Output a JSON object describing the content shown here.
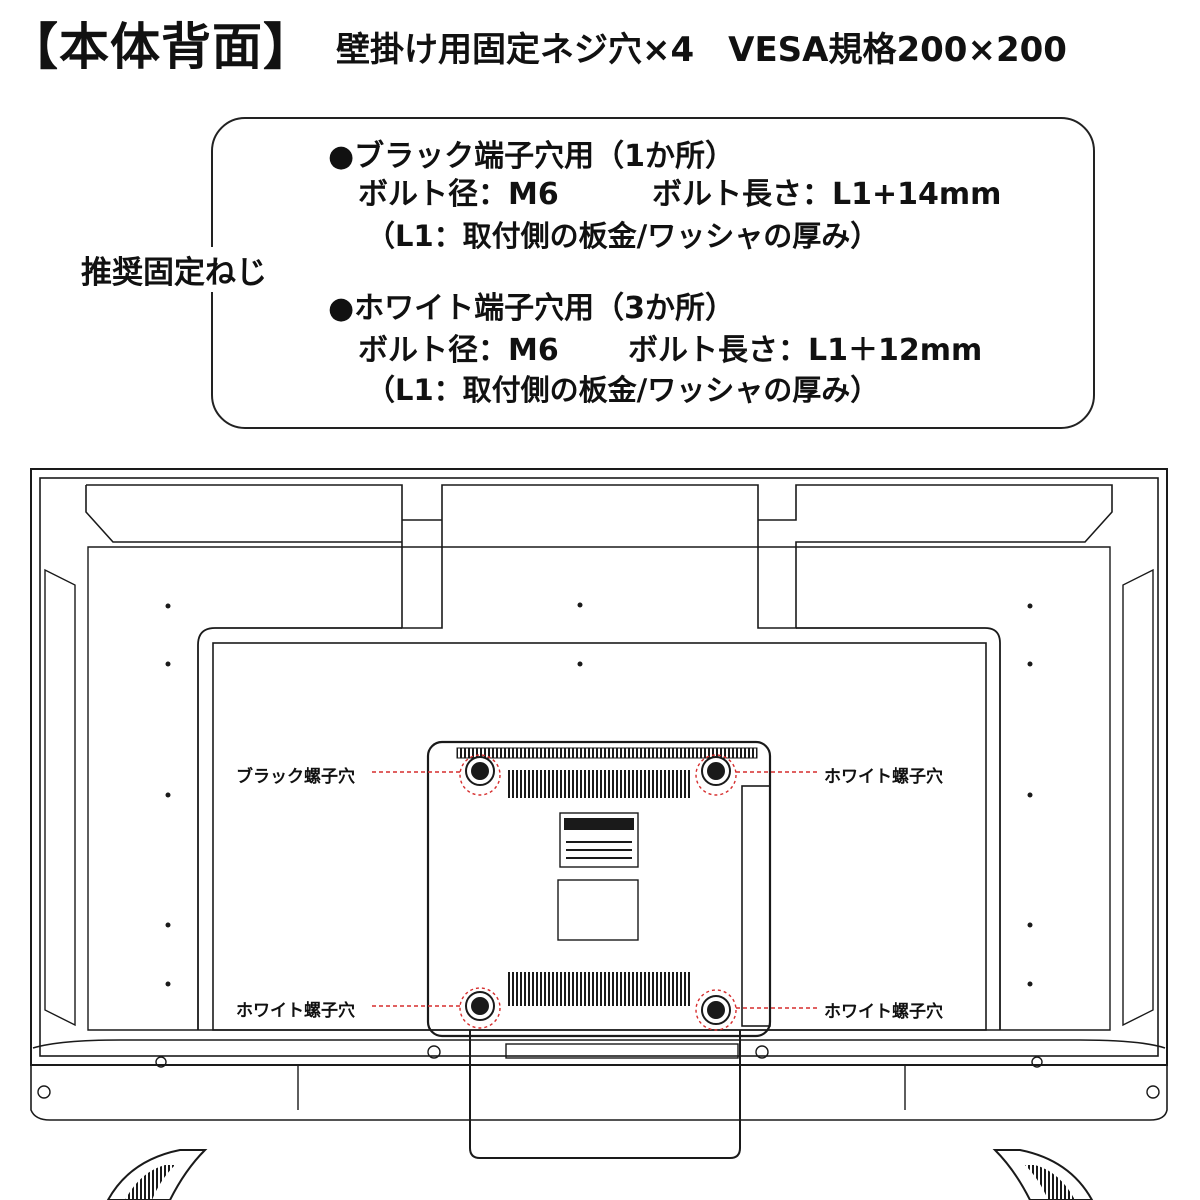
{
  "header": {
    "title": "【本体背面】",
    "subtitle": "壁掛け用固定ネジ穴×4　VESA規格200×200"
  },
  "note": {
    "label": "推奨固定ねじ",
    "black": {
      "heading": "●ブラック端子穴用（1か所）",
      "spec_diameter": "ボルト径：M6",
      "spec_length": "ボルト長さ：L1+14mm",
      "note": "（L1：取付側の板金/ワッシャの厚み）"
    },
    "white": {
      "heading": "●ホワイト端子穴用（3か所）",
      "spec_diameter": "ボルト径：M6",
      "spec_length": "ボルト長さ：L1＋12mm",
      "note": "（L1：取付側の板金/ワッシャの厚み）"
    }
  },
  "callouts": {
    "top_left": "ブラック螺子穴",
    "top_right": "ホワイト螺子穴",
    "bottom_left": "ホワイト螺子穴",
    "bottom_right": "ホワイト螺子穴"
  },
  "colors": {
    "line": "#1a1a1a",
    "callout_dash": "#d62d2d",
    "background": "#ffffff"
  }
}
